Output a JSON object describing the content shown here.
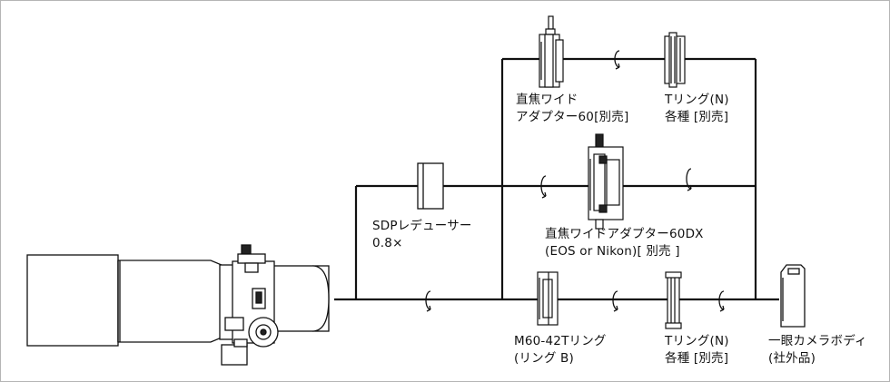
{
  "labels": {
    "wide_adapter_60": {
      "line1": "直焦ワイド",
      "line2": "アダプター60[別売]"
    },
    "t_ring_top": {
      "line1": "Tリング(N)",
      "line2": "各種 [別売]"
    },
    "sdp_reducer": {
      "line1": "SDPレデューサー",
      "line2": "0.8×"
    },
    "wide_adapter_60dx": {
      "line1": "直焦ワイドアダプター60DX",
      "line2": "(EOS or Nikon)[ 別売 ]"
    },
    "m60_42_t_ring": {
      "line1": "M60-42Tリング",
      "line2": "(リング B)"
    },
    "t_ring_bottom": {
      "line1": "Tリング(N)",
      "line2": "各種 [別売]"
    },
    "camera_body": {
      "line1": "一眼カメラボディ",
      "line2": "(社外品)"
    }
  },
  "components": [
    "telescope",
    "sdp-reducer",
    "wide-adapter-60",
    "t-ring-top",
    "wide-adapter-60dx",
    "m60-42-t-ring",
    "t-ring-bottom",
    "camera-body"
  ],
  "colors": {
    "line": "#111111",
    "body": "#ffffff",
    "frame": "#b5b5b5"
  }
}
